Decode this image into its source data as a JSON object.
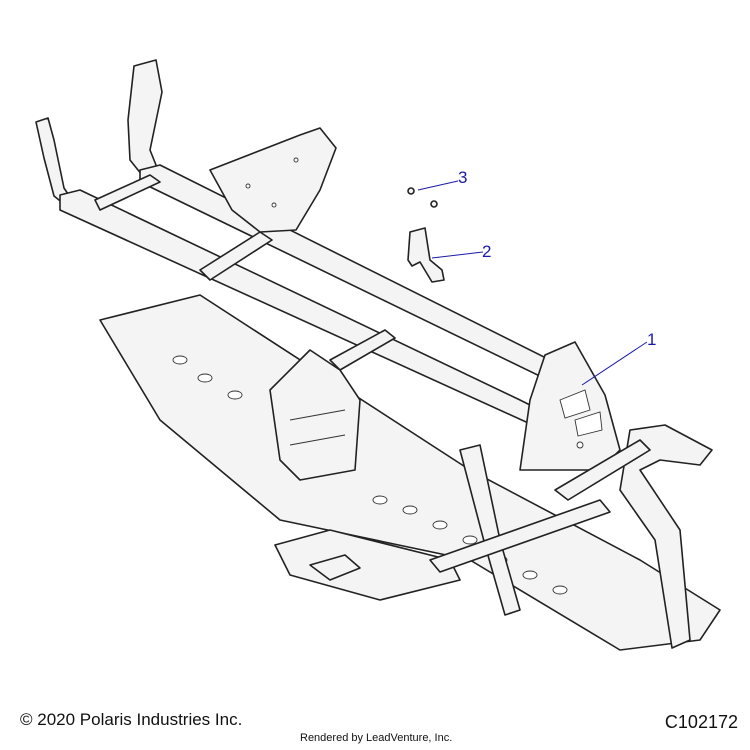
{
  "callouts": [
    {
      "id": "1",
      "label": "1"
    },
    {
      "id": "2",
      "label": "2"
    },
    {
      "id": "3",
      "label": "3"
    }
  ],
  "footer": {
    "copyright": "© 2020 Polaris Industries Inc.",
    "rendered_by": "Rendered by LeadVenture, Inc.",
    "diagram_code": "C102172"
  }
}
